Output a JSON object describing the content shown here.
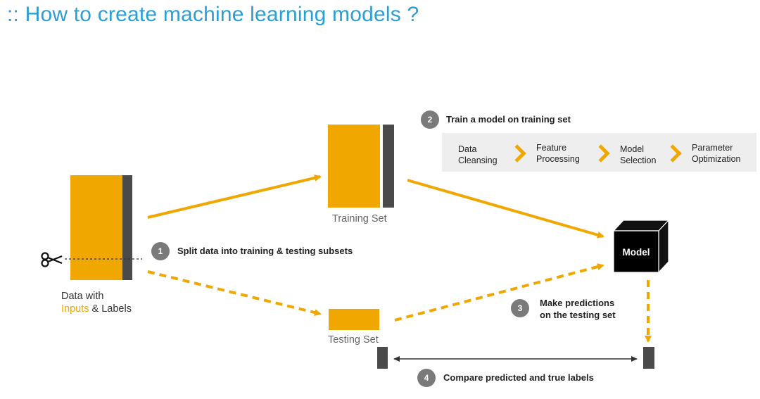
{
  "title": ":: How to create machine learning models ?",
  "data_label": {
    "line1": "Data with",
    "accent": "Inputs",
    "rest": " & Labels"
  },
  "training_set_label": "Training Set",
  "testing_set_label": "Testing Set",
  "model_label": "Model",
  "steps": [
    {
      "number": "1",
      "text": "Split data into training & testing subsets"
    },
    {
      "number": "2",
      "text": "Train a model on training set"
    },
    {
      "number": "3",
      "text_line1": "Make predictions",
      "text_line2": "on the testing set"
    },
    {
      "number": "4",
      "text": "Compare predicted and true labels"
    }
  ],
  "pipeline": [
    {
      "line1": "Data",
      "line2": "Cleansing"
    },
    {
      "line1": "Feature",
      "line2": "Processing"
    },
    {
      "line1": "Model",
      "line2": "Selection"
    },
    {
      "line1": "Parameter",
      "line2": "Optimization"
    }
  ],
  "colors": {
    "accent_orange": "#f0a800",
    "dark_gray": "#4a4a4a",
    "title_blue": "#2a9fd6",
    "badge_gray": "#7a7a7a"
  },
  "icons": {
    "cut": "scissors-icon"
  }
}
